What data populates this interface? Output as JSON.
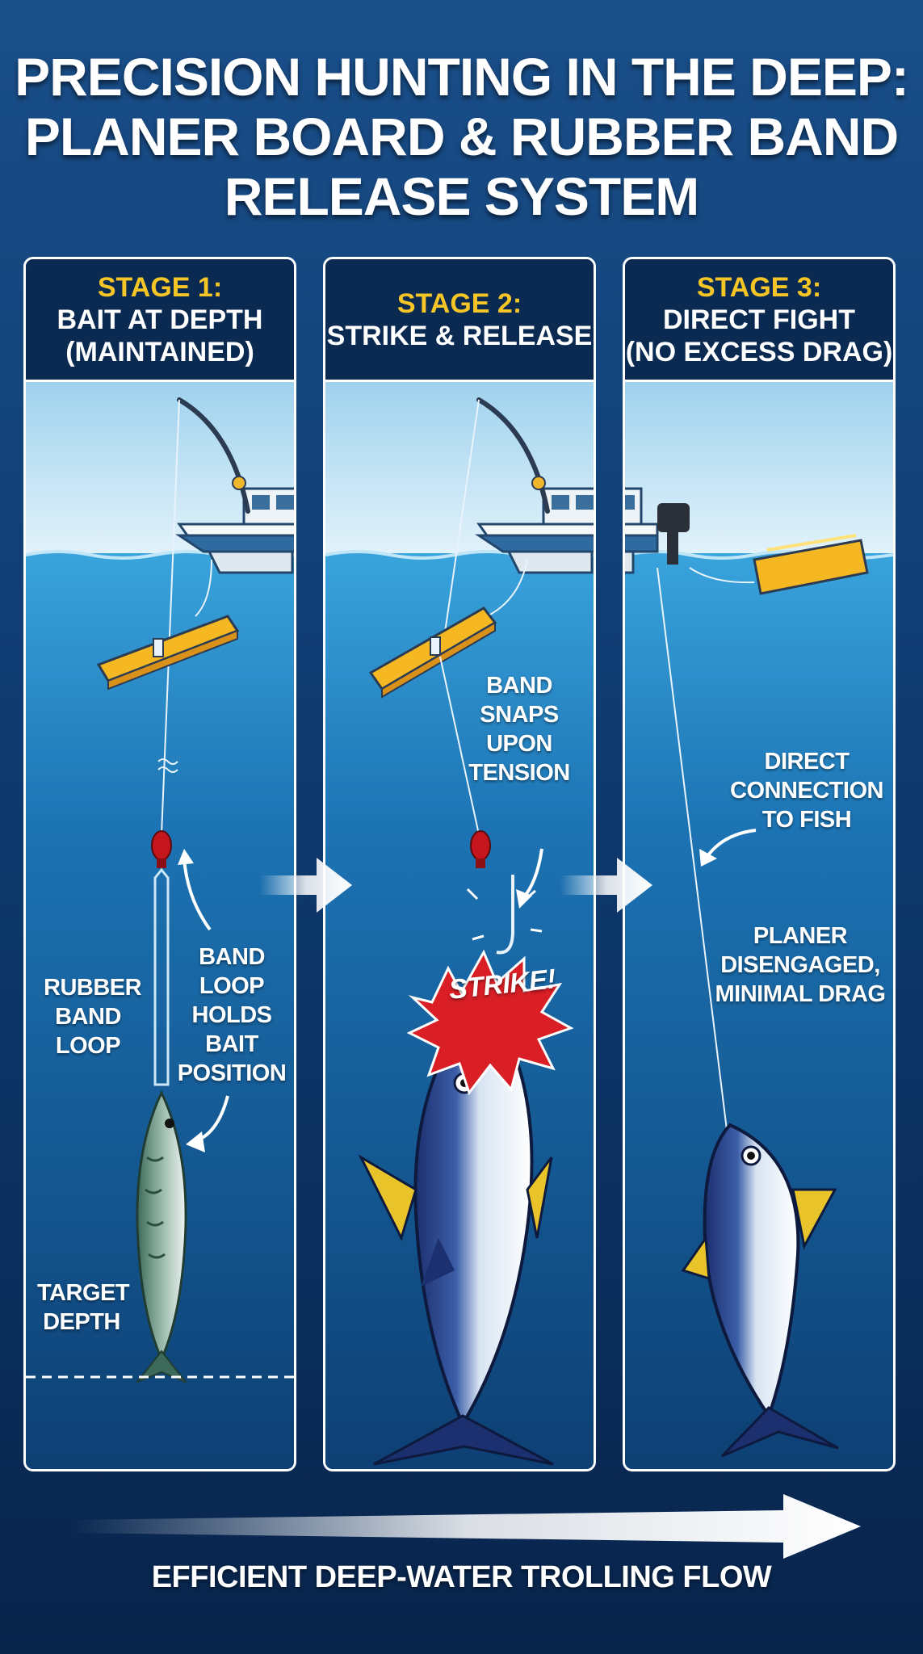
{
  "title": {
    "line1": "PRECISION HUNTING IN THE DEEP:",
    "line2": "PLANER BOARD & RUBBER BAND",
    "line3": "RELEASE SYSTEM"
  },
  "stages": [
    {
      "number": "STAGE 1:",
      "desc_line1": "BAIT AT DEPTH",
      "desc_line2": "(MAINTAINED)",
      "labels": {
        "rubber_band_loop": [
          "RUBBER",
          "BAND",
          "LOOP"
        ],
        "band_loop_holds": [
          "BAND",
          "LOOP",
          "HOLDS",
          "BAIT",
          "POSITION"
        ],
        "target_depth": [
          "TARGET",
          "DEPTH"
        ]
      }
    },
    {
      "number": "STAGE 2:",
      "desc_line1": "STRIKE & RELEASE",
      "labels": {
        "band_snaps": [
          "BAND",
          "SNAPS",
          "UPON",
          "TENSION"
        ],
        "strike": "STRIKE!"
      }
    },
    {
      "number": "STAGE 3:",
      "desc_line1": "DIRECT FIGHT",
      "desc_line2": "(NO EXCESS DRAG)",
      "labels": {
        "direct_connection": [
          "DIRECT",
          "CONNECTION",
          "TO FISH"
        ],
        "planer_disengaged": [
          "PLANER",
          "DISENGAGED,",
          "MINIMAL DRAG"
        ]
      }
    }
  ],
  "footer": "EFFICIENT DEEP-WATER TROLLING FLOW",
  "colors": {
    "background": "#0f3c72",
    "panel_header": "#0b2a52",
    "stage_number": "#f6c627",
    "planer_board": "#f6b822",
    "swivel": "#c4161c",
    "strike_burst": "#d91e26",
    "tuna_back": "#1c2f6e",
    "tuna_fin": "#e8c42a"
  },
  "icons": [
    "boat-icon",
    "fishing-rod-icon",
    "planer-board-icon",
    "swivel-icon",
    "hook-icon",
    "mackerel-icon",
    "tuna-icon",
    "strike-burst-icon",
    "flow-arrow-icon"
  ]
}
